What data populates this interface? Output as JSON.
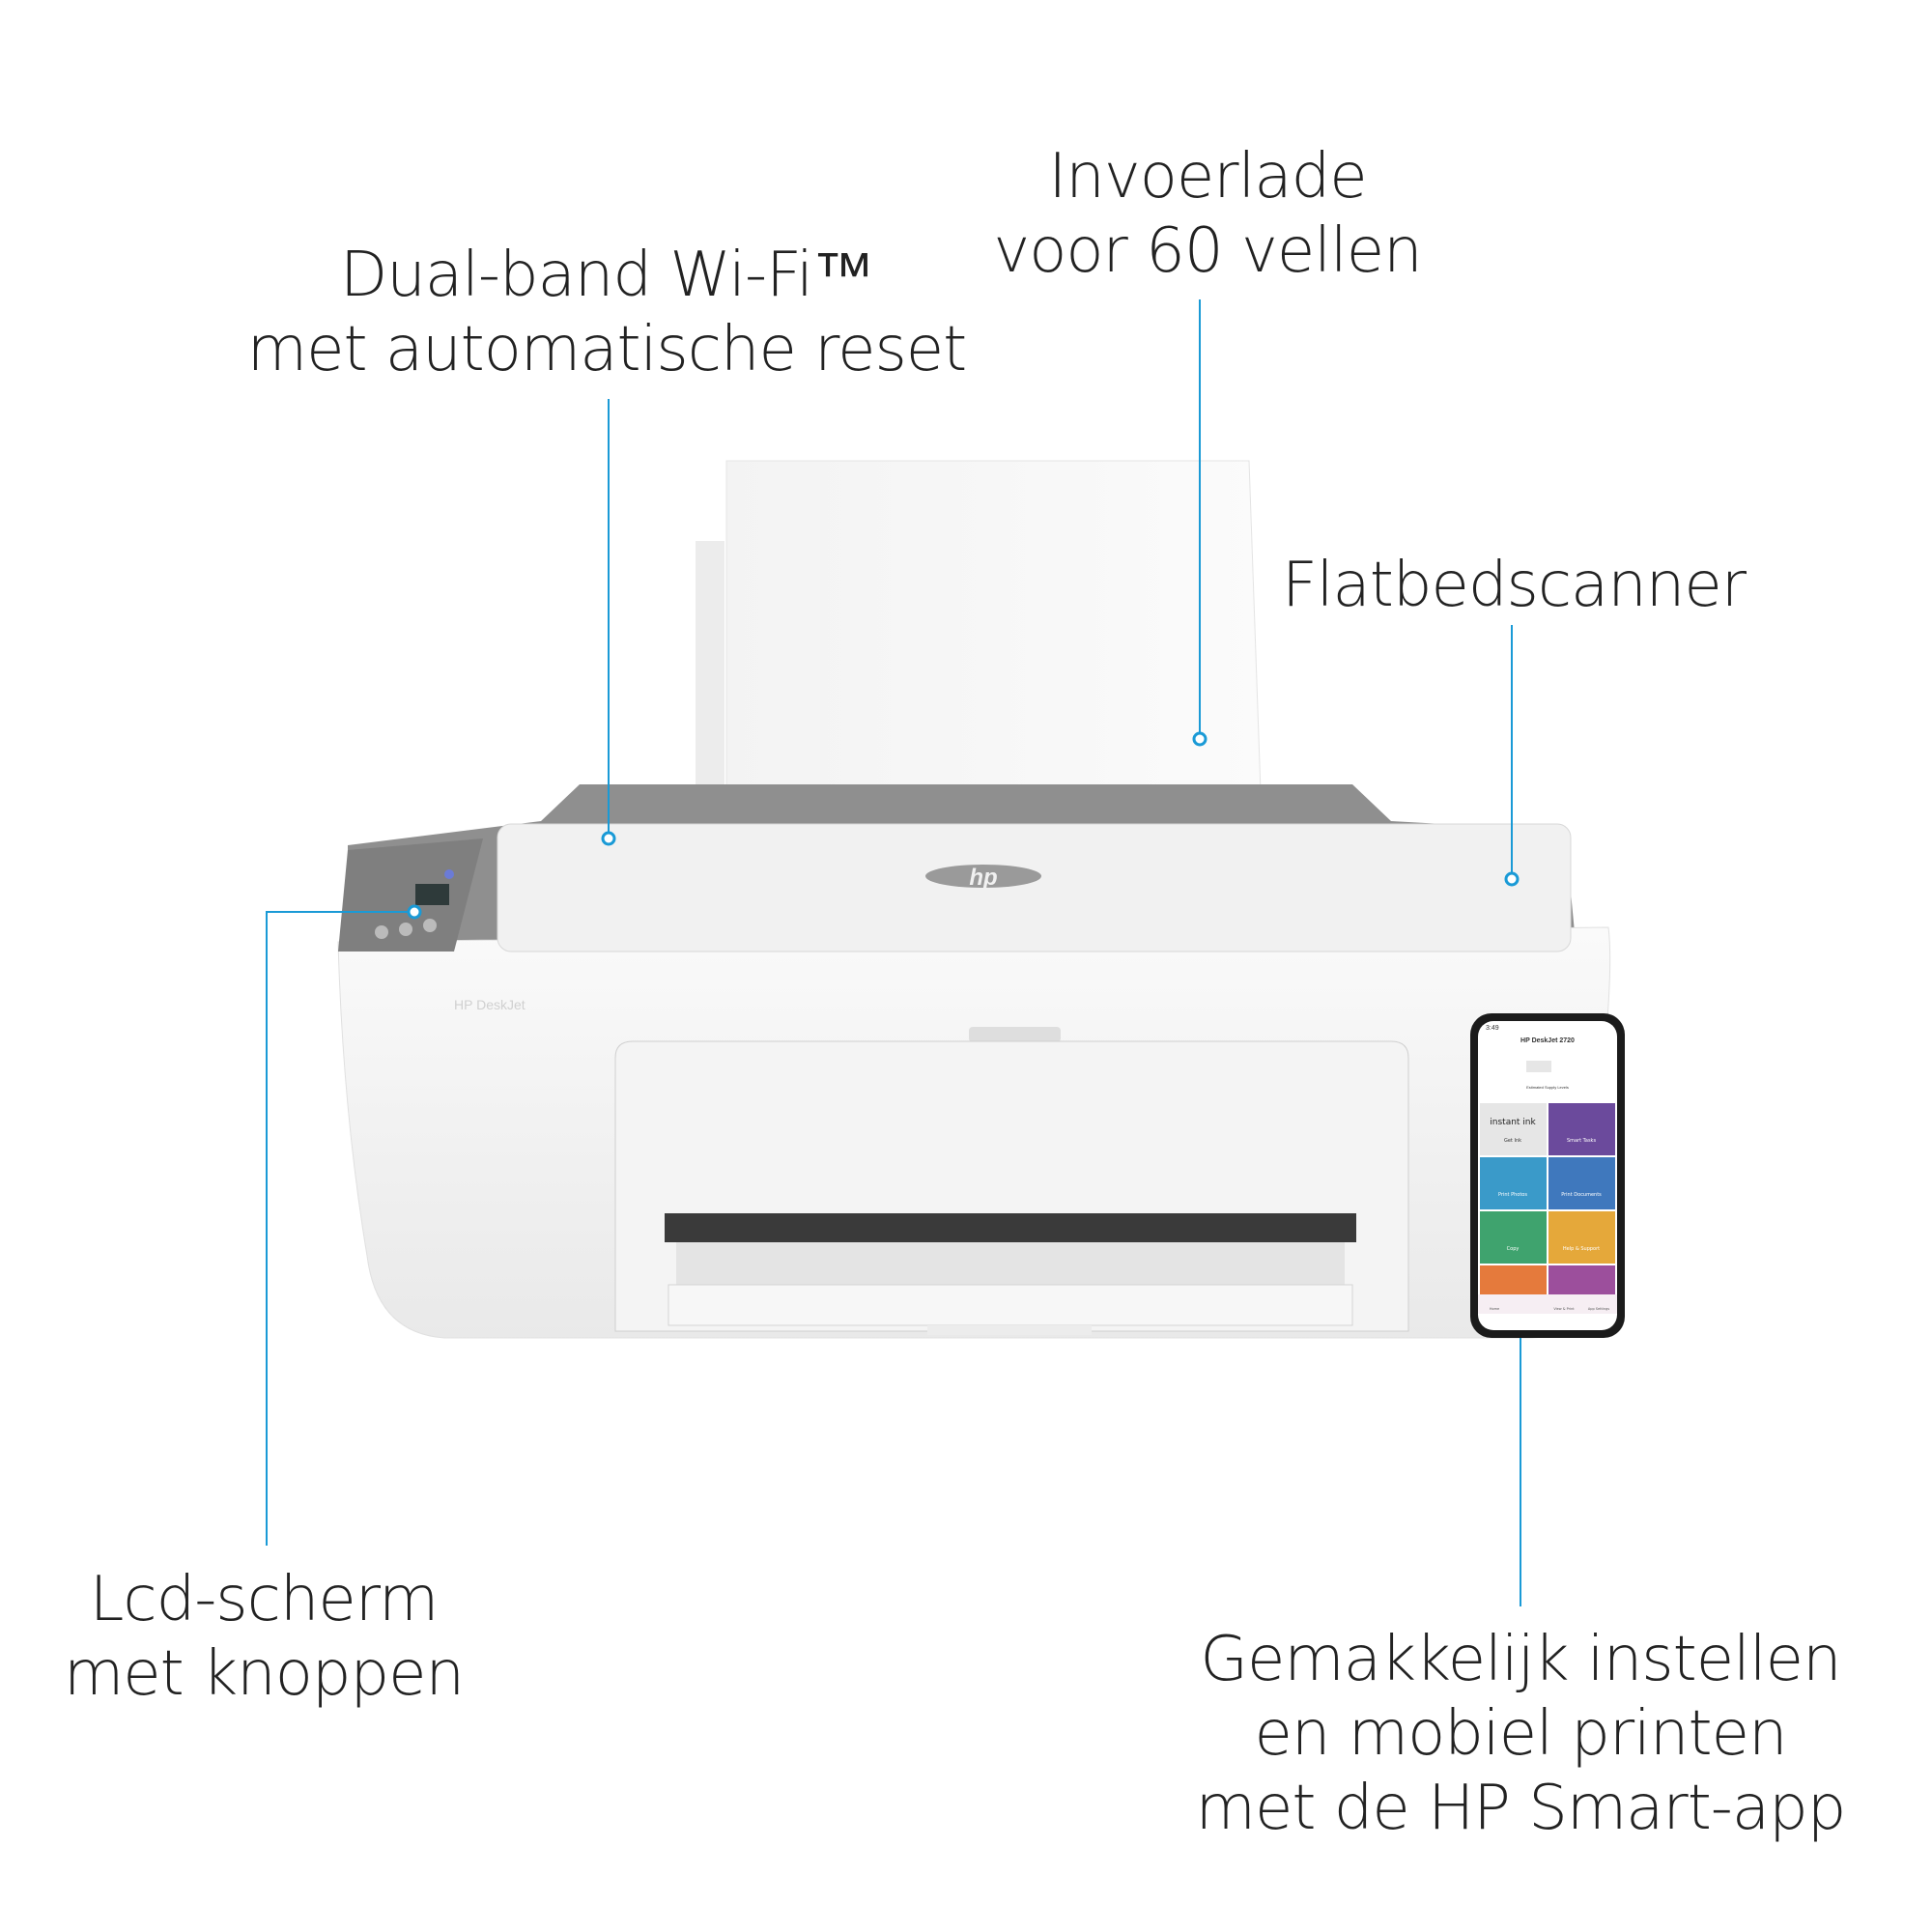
{
  "callouts": {
    "wifi": {
      "line1": "Dual-band Wi-Fi™",
      "line2": "met automatische reset"
    },
    "tray": {
      "line1": "Invoerlade",
      "line2": "voor 60 vellen"
    },
    "scanner": {
      "line1": "Flatbedscanner"
    },
    "lcd": {
      "line1": "Lcd-scherm",
      "line2": "met knoppen"
    },
    "app": {
      "line1": "Gemakkelijk instellen",
      "line2": "en mobiel printen",
      "line3": "met de HP Smart-app"
    }
  },
  "phone": {
    "time": "3:49",
    "title": "HP DeskJet 2720",
    "supply_label": "Estimated Supply Levels",
    "tiles": [
      {
        "label": "Get Ink",
        "brand": "instant ink",
        "color": "#e6e6e6"
      },
      {
        "label": "Smart Tasks",
        "color": "#6b4a9c"
      },
      {
        "label": "Print Photos",
        "color": "#3a9ac9"
      },
      {
        "label": "Print Documents",
        "color": "#3f78bd"
      },
      {
        "label": "Copy",
        "color": "#3fa36e"
      },
      {
        "label": "Help & Support",
        "color": "#e5a83a"
      },
      {
        "label": "",
        "color": "#e57a3c"
      },
      {
        "label": "",
        "color": "#9c4f9c"
      }
    ],
    "nav": [
      "Home",
      "",
      "View & Print",
      "App Settings"
    ]
  },
  "colors": {
    "accent": "#1a9ad6",
    "printer_gray": "#8f8f8f"
  }
}
